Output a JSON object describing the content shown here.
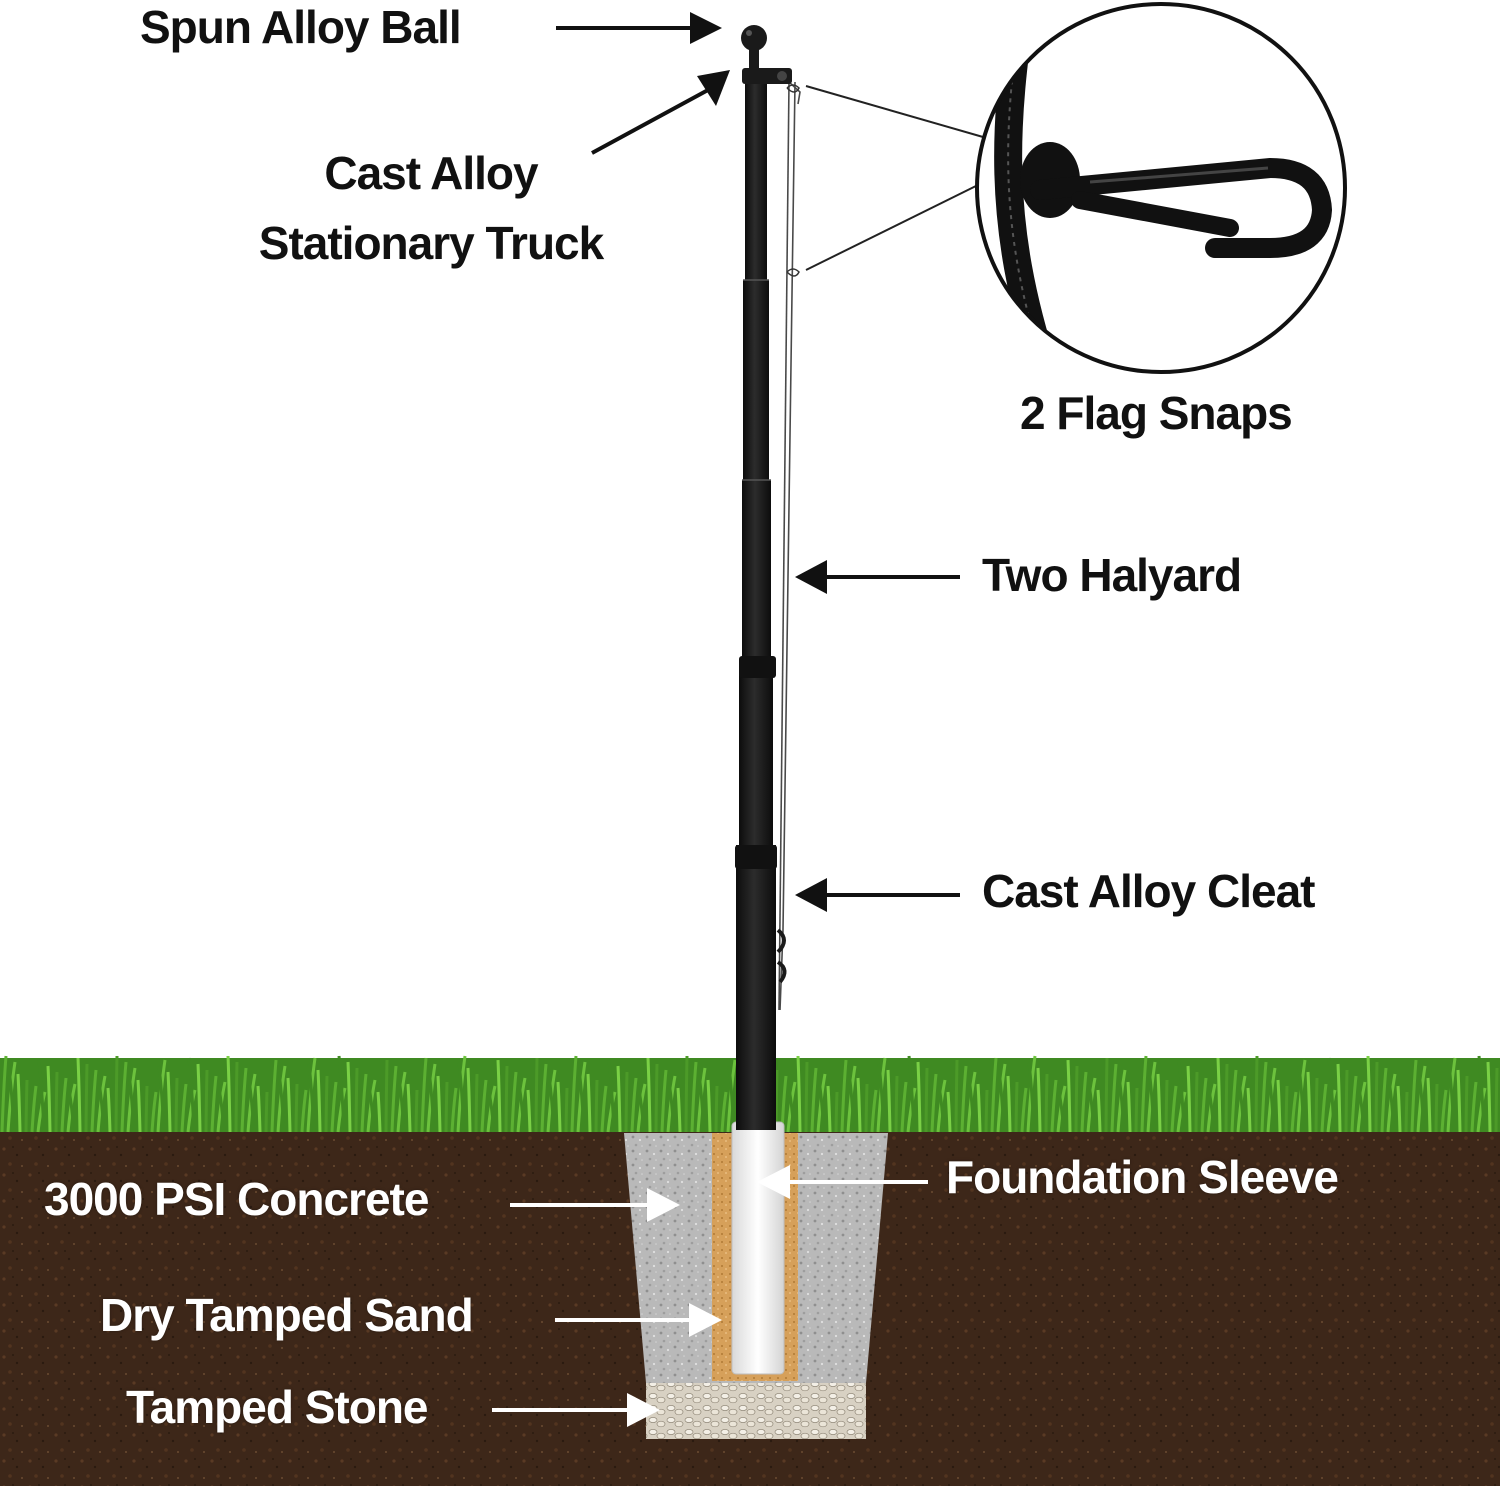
{
  "colors": {
    "background": "#ffffff",
    "pole": "#1b1b1b",
    "grass": "#4fa12a",
    "soil": "#3b2618",
    "concrete": "#bdbdbd",
    "sand": "#d9a55e",
    "sleeve": "#f4f4f4",
    "stone": "#e2dccf",
    "arrow_dark": "#111111",
    "arrow_light": "#ffffff"
  },
  "labels": {
    "spun_alloy_ball": "Spun Alloy Ball",
    "truck_line1": "Cast Alloy",
    "truck_line2": "Stationary Truck",
    "flag_snaps": "2 Flag Snaps",
    "two_halyard": "Two Halyard",
    "cast_alloy_cleat": "Cast Alloy Cleat",
    "foundation_sleeve": "Foundation Sleeve",
    "concrete": "3000 PSI Concrete",
    "dry_tamped_sand": "Dry Tamped Sand",
    "tamped_stone": "Tamped Stone"
  }
}
